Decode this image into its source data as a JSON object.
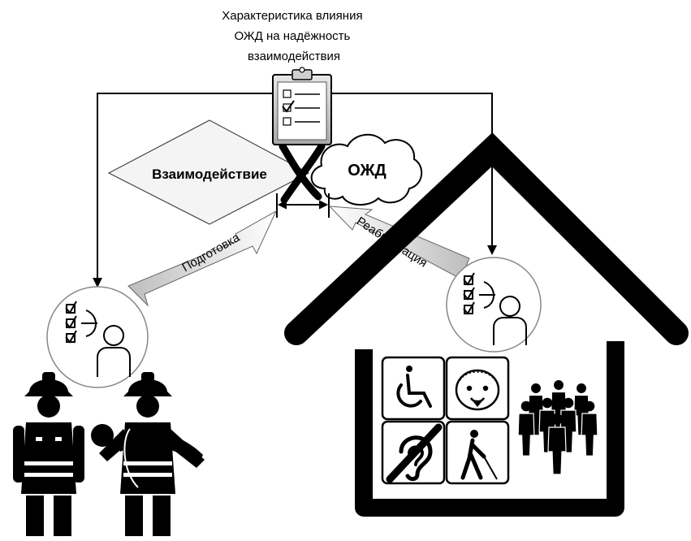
{
  "title_lines": [
    "Характеристика влияния",
    "ОЖД на надёжность",
    "взаимодействия"
  ],
  "labels": {
    "interaction": "Взаимодействие",
    "ozhd": "ОЖД",
    "training": "Подготовка",
    "rehabilitation": "Реабилитация"
  },
  "colors": {
    "ink": "#000000",
    "paper": "#ffffff",
    "diamond_fill": "#f2f2f2",
    "clipboard": "#cfcfcf"
  }
}
